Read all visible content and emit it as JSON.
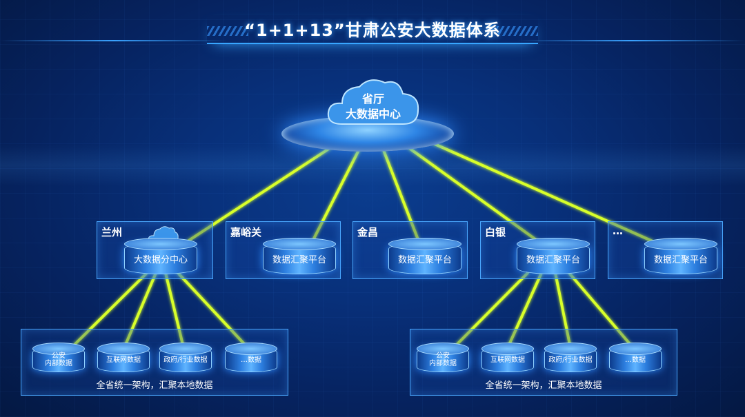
{
  "title": "“1+1+13”甘肃公安大数据体系",
  "center": {
    "line1": "省厅",
    "line2": "大数据中心"
  },
  "cities": [
    {
      "name": "兰州",
      "node": "大数据分中心"
    },
    {
      "name": "嘉峪关",
      "node": "数据汇聚平台"
    },
    {
      "name": "金昌",
      "node": "数据汇聚平台"
    },
    {
      "name": "白银",
      "node": "数据汇聚平台"
    },
    {
      "name": "…",
      "node": "数据汇聚平台"
    }
  ],
  "groups": [
    {
      "label": "全省统一架构，汇聚本地数据",
      "sources": [
        {
          "line1": "公安",
          "line2": "内部数据"
        },
        {
          "line1": "互联网数据",
          "line2": ""
        },
        {
          "line1": "政府/行业数据",
          "line2": ""
        },
        {
          "line1": "…数据",
          "line2": ""
        }
      ]
    },
    {
      "label": "全省统一架构，汇聚本地数据",
      "sources": [
        {
          "line1": "公安",
          "line2": "内部数据"
        },
        {
          "line1": "互联网数据",
          "line2": ""
        },
        {
          "line1": "政府/行业数据",
          "line2": ""
        },
        {
          "line1": "…数据",
          "line2": ""
        }
      ]
    }
  ],
  "colors": {
    "link": "#d8ff2a",
    "accent": "#38a6ff"
  },
  "icons": [
    "cloud-icon"
  ]
}
